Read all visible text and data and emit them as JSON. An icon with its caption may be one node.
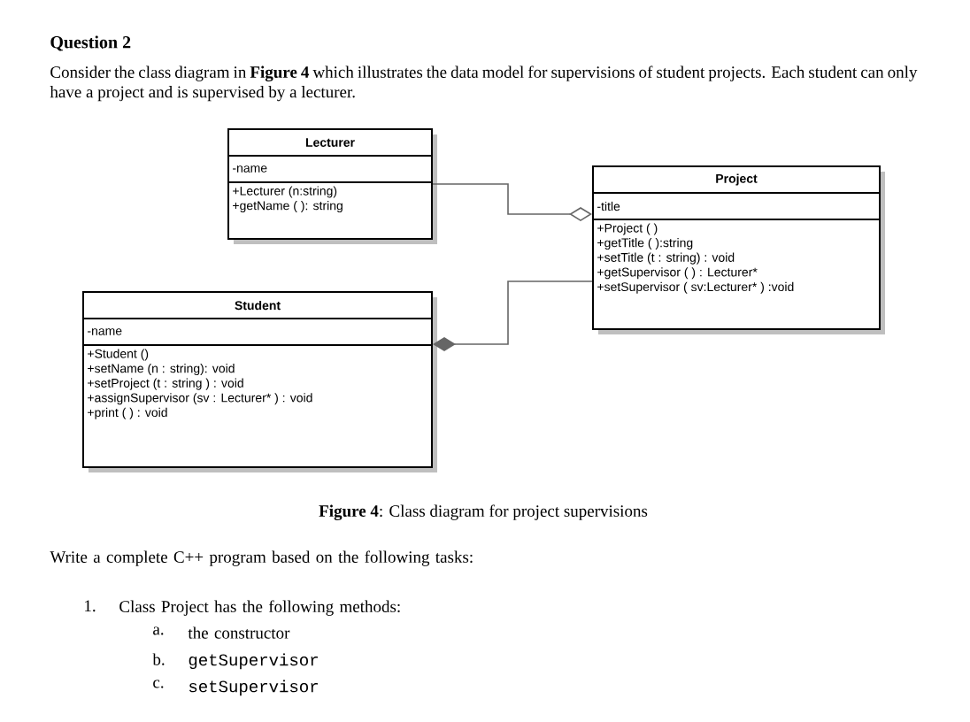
{
  "diagram": {
    "title": "Question 2",
    "caption": "**Figure 4**: Class diagram for project supervisions",
    "nodes": [
      {
        "text": [
          "Lecturer",
          "-name",
          "+Lecturer (n:string)",
          "+getName ( ): string"
        ]
      },
      {
        "text": [
          "Project",
          "-title",
          "+Project ( )",
          "+getTitle ( ):string",
          "+setTitle (t : string) : void",
          "+getSupervisor ( ) : Lecturer*",
          "+setSupervisor ( sv:Lecturer* ) :void"
        ]
      },
      {
        "text": [
          "Student",
          "-name",
          "+Student ()",
          "+setName (n : string): void",
          "+setProject (t : string ) : void",
          "+assignSupervisor (sv : Lecturer* ) : void",
          "+print ( ) : void"
        ]
      }
    ],
    "edges": [
      {
        "from": 0,
        "to": 1,
        "arrow": "other"
      },
      {
        "from": 1,
        "to": 2,
        "arrow": "other"
      }
    ],
    "labels": [
      "Consider the class diagram in **Figure 4** which illustrates the data model for supervisions of student projects. Each student can only have a project and is supervised by a lecturer.",
      "Write a complete C++ program based on the following tasks:",
      "1.",
      "Class Project has the following methods:",
      "a.",
      "the constructor",
      "b.",
      "getSupervisor",
      "c.",
      "setSupervisor"
    ]
  }
}
